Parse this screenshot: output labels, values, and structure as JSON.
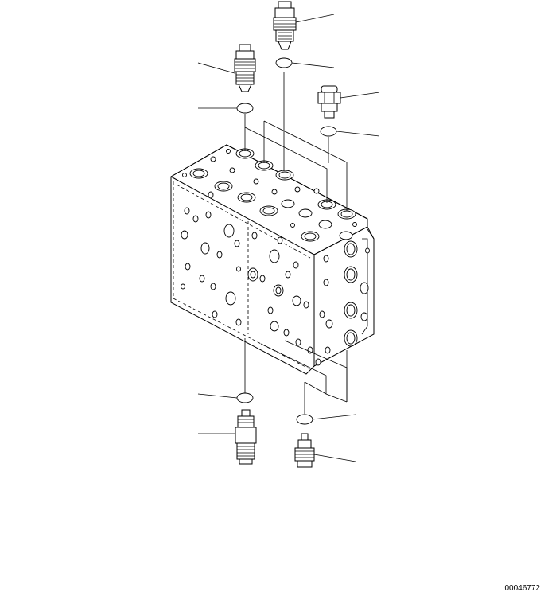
{
  "drawing": {
    "title": "",
    "part_code": "00046772"
  },
  "callouts": [
    {
      "id": "relief-valve-top-center"
    },
    {
      "id": "o-ring-top-center"
    },
    {
      "id": "relief-valve-top-left"
    },
    {
      "id": "o-ring-top-left"
    },
    {
      "id": "plug-valve-top-right"
    },
    {
      "id": "o-ring-top-right"
    },
    {
      "id": "o-ring-bottom-left"
    },
    {
      "id": "relief-valve-bottom-left"
    },
    {
      "id": "o-ring-bottom-right"
    },
    {
      "id": "plug-valve-bottom-right"
    }
  ]
}
